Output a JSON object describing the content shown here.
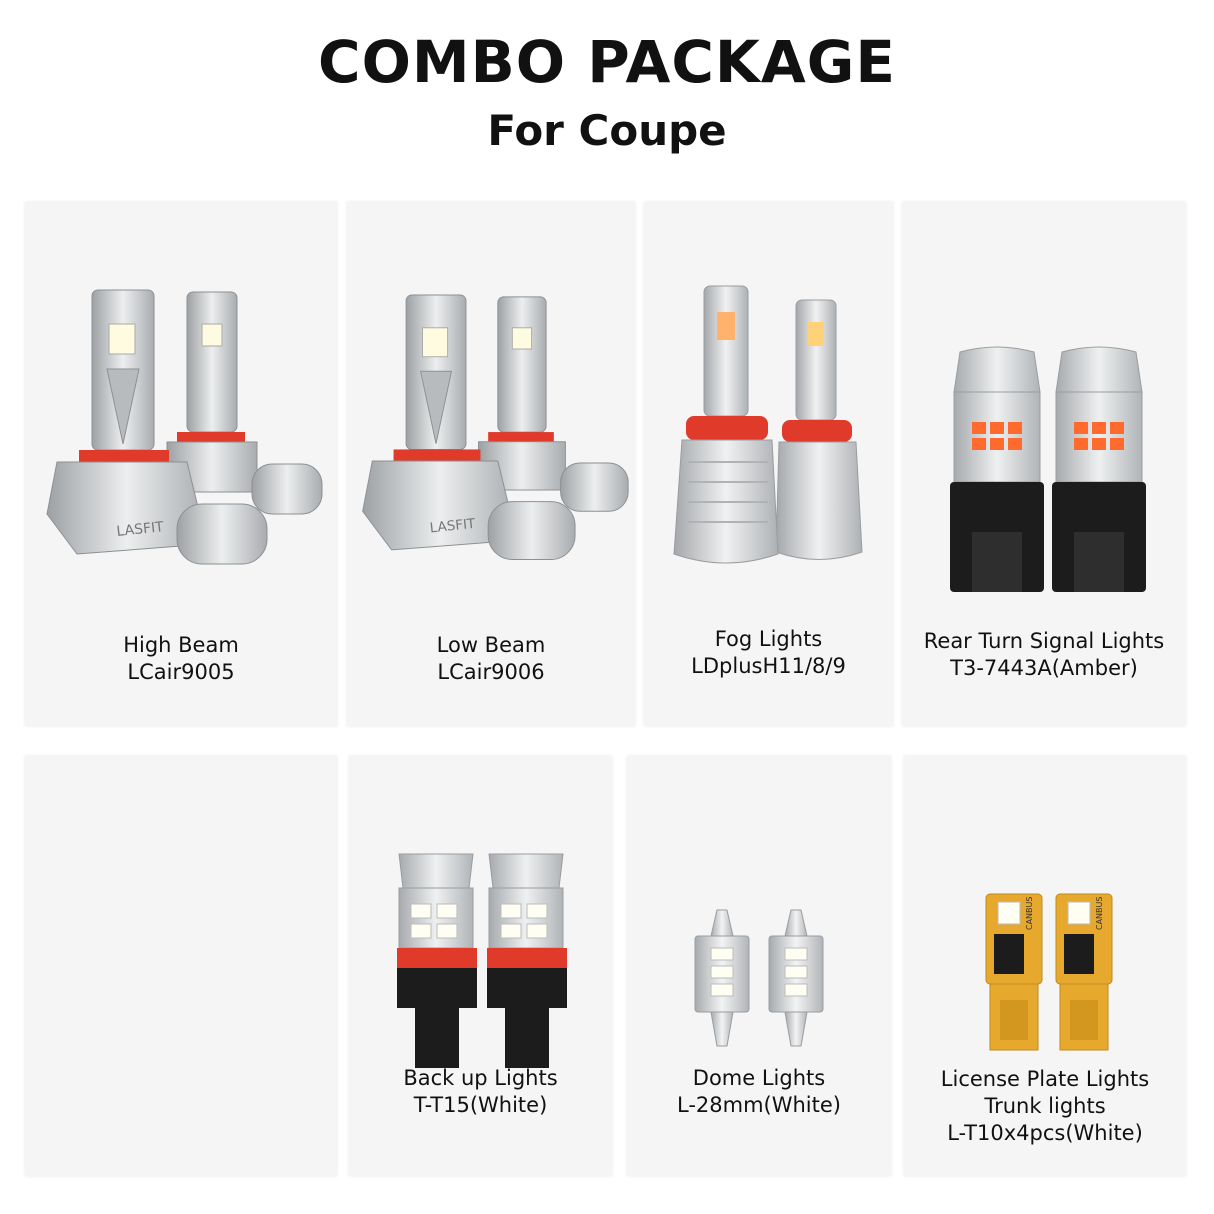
{
  "header": {
    "title": "COMBO PACKAGE",
    "subtitle": "For Coupe"
  },
  "products": [
    {
      "name": "High Beam",
      "model": "LCair9005",
      "icon": "headlight-bulb-pair-icon",
      "logo": "LASFIT"
    },
    {
      "name": "Low Beam",
      "model": "LCair9006",
      "icon": "headlight-bulb-pair-icon",
      "logo": "LASFIT"
    },
    {
      "name": "Fog Lights",
      "model": "LDplusH11/8/9",
      "icon": "fog-bulb-pair-icon"
    },
    {
      "name": "Rear Turn Signal Lights",
      "model": "T3-7443A(Amber)",
      "icon": "wedge-bulb-amber-pair-icon"
    },
    {
      "name": "Back up Lights",
      "model": "T-T15(White)",
      "icon": "wedge-bulb-white-pair-icon"
    },
    {
      "name": "Dome Lights",
      "model": "L-28mm(White)",
      "icon": "festoon-bulb-pair-icon"
    },
    {
      "name": "License Plate Lights",
      "line2": "Trunk lights",
      "model": "L-T10x4pcs(White)",
      "icon": "t10-bulb-pair-icon",
      "marking": "CANBUS"
    }
  ],
  "colors": {
    "card_bg": "#f5f5f5",
    "silver": "#c9cbcd",
    "red_ring": "#e03a2a",
    "amber_led": "#ff6a2e",
    "gold_pcb": "#e6a92e",
    "black_base": "#1c1c1c"
  }
}
